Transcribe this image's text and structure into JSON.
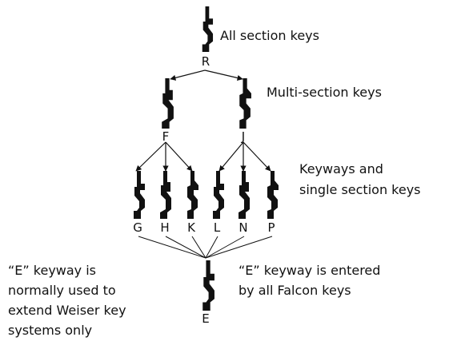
{
  "keys": {
    "all_section": "R",
    "multi_section": [
      "F",
      "J"
    ],
    "single_section": [
      "G",
      "H",
      "K",
      "L",
      "N",
      "P"
    ],
    "entered_by_all": "E"
  },
  "labels": {
    "all_section": "All section keys",
    "multi_section": "Multi-section  keys",
    "keyways_line1": "Keyways and",
    "keyways_line2": "single section  keys",
    "e_left_line1": "“E” keyway is",
    "e_left_line2": "normally used to",
    "e_left_line3": "extend Weiser key",
    "e_left_line4": "systems only",
    "e_right_line1": "“E” keyway is entered",
    "e_right_line2": "by all Falcon keys"
  },
  "colors": {
    "ink": "#111111",
    "background": "#ffffff"
  }
}
